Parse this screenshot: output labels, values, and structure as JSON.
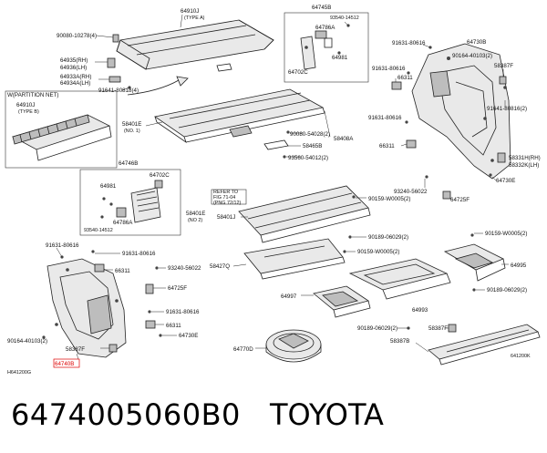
{
  "labels": {
    "l_64910J": "64910J",
    "l_typeA": "(TYPE A)",
    "l_90080_10278": "90080-10278(4)",
    "l_64935": "64935(RH)",
    "l_64936": "64936(LH)",
    "l_64933A": "64933A(RH)",
    "l_64934A": "64934A(LH)",
    "l_91641_80818": "91641-80818(4)",
    "l_partition": "W(PARTITION NET)",
    "l_64910J_b": "64910J",
    "l_typeB": "(TYPE B)",
    "l_64745B": "64745B",
    "l_93540_top": "93540-14512",
    "l_64786A_top": "64786A",
    "l_64981_top": "64981",
    "l_64702C_top": "64702C",
    "l_58401E_1": "58401E",
    "l_no1": "(NO. 1)",
    "l_90080_54028": "90080-54028(2)",
    "l_58408A": "58408A",
    "l_58465B": "58465B",
    "l_93560_54012": "93560-54012(2)",
    "l_91631_80616_a": "91631-80616",
    "l_64730B": "64730B",
    "l_90164_40103_a": "90164-40103(2)",
    "l_58387F_a": "58387F",
    "l_91631_80616_b": "91631-80616",
    "l_66311_a": "66311",
    "l_91641_80816": "91641-80816(2)",
    "l_91631_80616_c": "91631-80616",
    "l_66311_b": "66311",
    "l_58331H": "58331H(RH)",
    "l_58332K": "58332K(LH)",
    "l_64730E_r": "64730E",
    "l_93240_56022_r": "93240-56022",
    "l_64725F_r": "64725F",
    "l_64746B": "64746B",
    "l_64981_mid": "64981",
    "l_64702C_mid": "64702C",
    "l_64786A_mid": "64786A",
    "l_93540_mid": "93540-14512",
    "l_refer": "REFER TO",
    "l_fig": "FIG 71-04",
    "l_png": "(PNG 72/12)",
    "l_58401E_2": "58401E",
    "l_no2": "(NO 2)",
    "l_58401J": "58401J",
    "l_90159_a": "90159-W0005(2)",
    "l_90189_a": "90189-06029(2)",
    "l_90159_b": "90159-W0005(2)",
    "l_90159_c": "90159-W0005(2)",
    "l_64995": "64995",
    "l_90189_b": "90189-06029(2)",
    "l_91631_left1": "91631-80616",
    "l_91631_left2": "91631-80616",
    "l_66311_left": "66311",
    "l_93240_56022_l": "93240-56022",
    "l_58427Q": "58427Q",
    "l_64725F_l": "64725F",
    "l_64997": "64997",
    "l_64993": "64993",
    "l_91631_left3": "91631-80616",
    "l_90164_40103_b": "90164-40103(2)",
    "l_66311_left2": "66311",
    "l_64730E_l": "64730E",
    "l_58387F_b": "58387F",
    "l_64740B": "64740B",
    "l_90189_c": "90189-06029(2)",
    "l_58387F_c": "58387F",
    "l_64770D": "64770D",
    "l_58387B": "58387B",
    "l_H641200G": "H641200G",
    "l_641200K": "641200K"
  },
  "footer": {
    "part_number": "6474005060B0",
    "brand": "TOYOTA"
  },
  "colors": {
    "highlight": "#dd0000",
    "line": "#222222"
  }
}
